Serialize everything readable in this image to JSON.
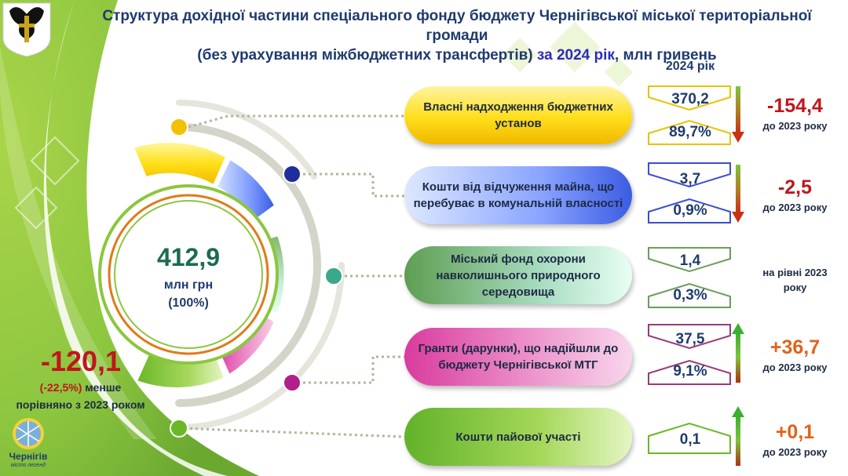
{
  "header": {
    "title_line1": "Структура дохідної частини спеціального фонду бюджету Чернігівської міської територіальної громади",
    "title_line2_a": "(без урахування міжбюджетних трансфертів)",
    "title_line2_b": "за 2024 рік",
    "title_line2_c": ", млн гривень"
  },
  "year_header": "2024 рік",
  "center": {
    "value": "412,9",
    "unit": "млн грн",
    "pct": "(100%)"
  },
  "total_change": {
    "value": "-120,1",
    "pct": "(-22,5%)",
    "text1": " менше",
    "text2": "порівняно з 2023 роком"
  },
  "logo": {
    "name": "Чернігів",
    "tagline": "місто легенд"
  },
  "colors": {
    "red": "#c0161c",
    "orange": "#e0621a",
    "yellow": "#f2c200",
    "blue": "#2d4fd8",
    "green": "#5a9e45",
    "pink": "#d43fa6",
    "lime": "#7cc43a"
  },
  "items": [
    {
      "label": "Власні надходження бюджетних установ",
      "value": "370,2",
      "share": "89,7%",
      "change": "-154,4",
      "change_label": "до 2023 року",
      "trend": "down"
    },
    {
      "label": "Кошти від відчуження майна, що перебуває в комунальній власності",
      "value": "3,7",
      "share": "0,9%",
      "change": "-2,5",
      "change_label": "до 2023 року",
      "trend": "down"
    },
    {
      "label": "Міський фонд охорони навколишнього природного середовища",
      "value": "1,4",
      "share": "0,3%",
      "change": "",
      "change_label": "на рівні 2023 року",
      "trend": "flat"
    },
    {
      "label": "Гранти (дарунки), що надійшли до бюджету Чернігівської МТГ",
      "value": "37,5",
      "share": "9,1%",
      "change": "+36,7",
      "change_label": "до 2023 року",
      "trend": "up"
    },
    {
      "label": "Кошти пайової участі",
      "value": "0,1",
      "share": "",
      "change": "+0,1",
      "change_label": "до 2023 року",
      "trend": "up"
    }
  ],
  "chart_data": {
    "type": "pie",
    "categories": [
      "Власні надходження бюджетних установ",
      "Кошти від відчуження майна, що перебуває в комунальній власності",
      "Міський фонд охорони навколишнього природного середовища",
      "Гранти (дарунки), що надійшли до бюджету Чернігівської МТГ",
      "Кошти пайової участі"
    ],
    "values": [
      370.2,
      3.7,
      1.4,
      37.5,
      0.1
    ],
    "shares_pct": [
      89.7,
      0.9,
      0.3,
      9.1,
      0
    ],
    "change_vs_2023": [
      -154.4,
      -2.5,
      0,
      36.7,
      0.1
    ],
    "total": 412.9,
    "total_change": -120.1,
    "total_change_pct": -22.5,
    "unit": "млн грн"
  }
}
